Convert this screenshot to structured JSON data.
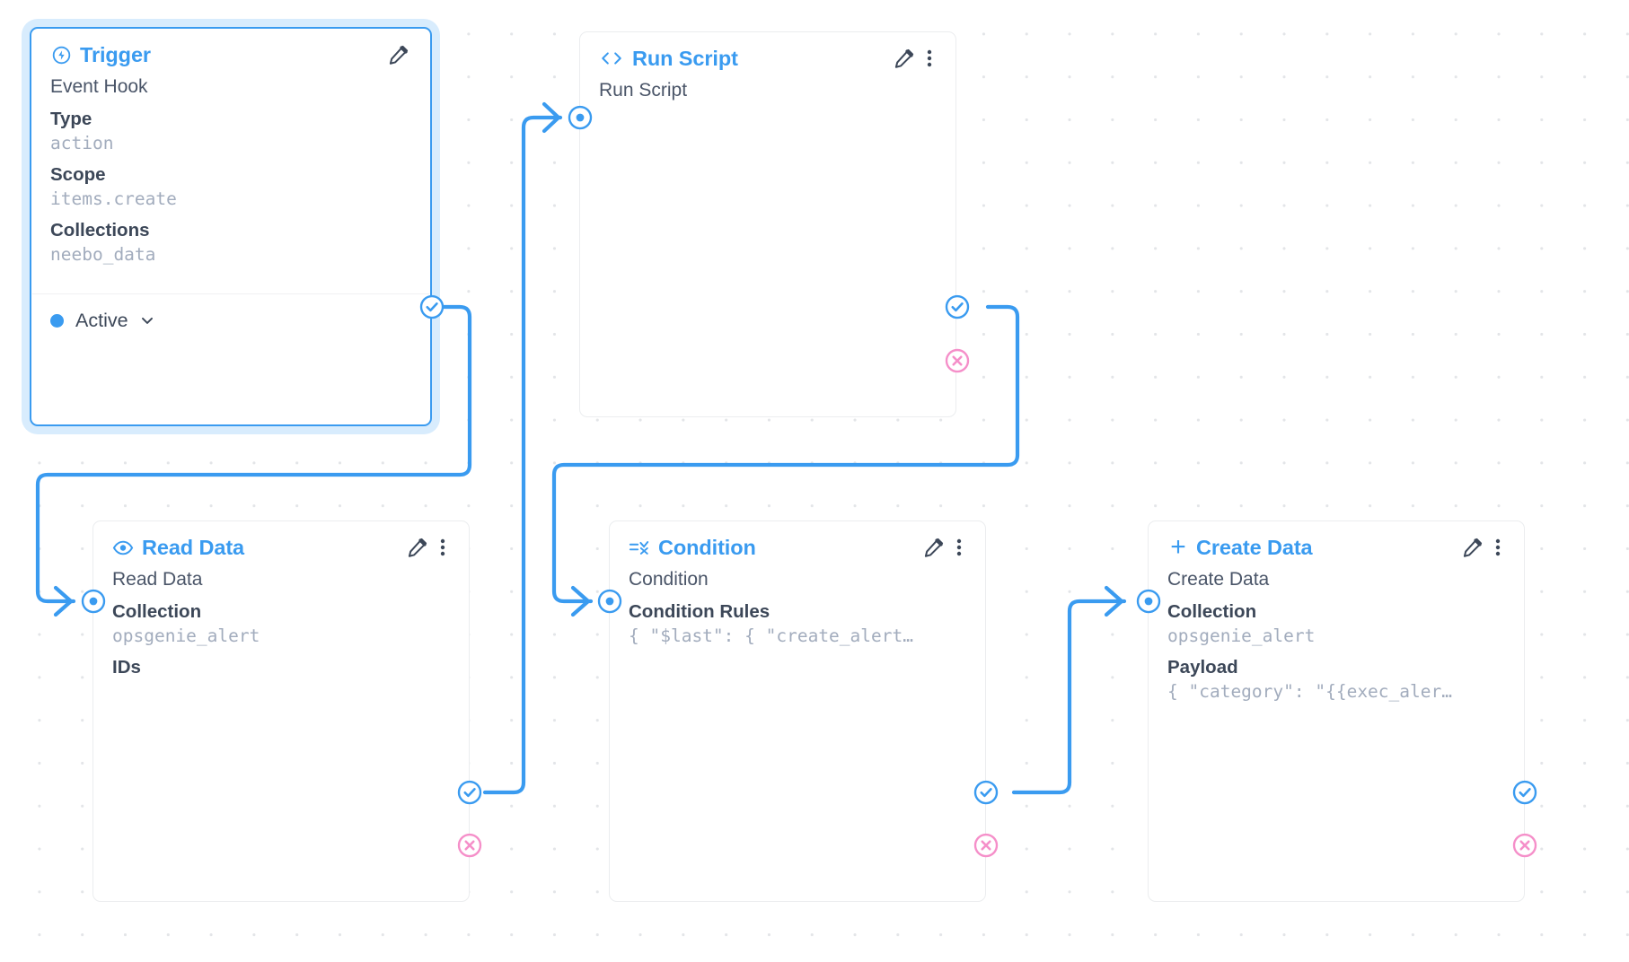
{
  "canvas": {
    "background": "#ffffff",
    "grid_dot_color": "#e3e5e8",
    "accent_color": "#3a9bf0",
    "reject_color": "#f58fc9",
    "muted_text_color": "#a2acbd"
  },
  "nodes": [
    {
      "id": "trigger",
      "title": "Trigger",
      "icon": "bolt-circle-icon",
      "selected": true,
      "row_title": "Event Hook",
      "fields": [
        {
          "label": "Type",
          "value": "action"
        },
        {
          "label": "Scope",
          "value": "items.create"
        },
        {
          "label": "Collections",
          "value": "neebo_data"
        }
      ],
      "status": {
        "label": "Active",
        "dot_color": "#3a9bf0",
        "chevron": "chevron-down-icon"
      },
      "has_pencil": true,
      "has_kebab": false,
      "has_input_port": false,
      "has_success_port": true,
      "has_reject_port": false
    },
    {
      "id": "run-script",
      "title": "Run Script",
      "icon": "code-brackets-icon",
      "selected": false,
      "row_title": "Run Script",
      "fields": [],
      "has_pencil": true,
      "has_kebab": true,
      "has_input_port": true,
      "has_success_port": true,
      "has_reject_port": true
    },
    {
      "id": "read-data",
      "title": "Read Data",
      "icon": "eye-icon",
      "selected": false,
      "row_title": "Read Data",
      "fields": [
        {
          "label": "Collection",
          "value": "opsgenie_alert"
        },
        {
          "label": "IDs",
          "value": ""
        }
      ],
      "has_pencil": true,
      "has_kebab": true,
      "has_input_port": true,
      "has_success_port": true,
      "has_reject_port": true
    },
    {
      "id": "condition",
      "title": "Condition",
      "icon": "condition-equals-icon",
      "selected": false,
      "row_title": "Condition",
      "fields": [
        {
          "label": "Condition Rules",
          "value": "{ \"$last\": { \"create_alert…"
        }
      ],
      "has_pencil": true,
      "has_kebab": true,
      "has_input_port": true,
      "has_success_port": true,
      "has_reject_port": true
    },
    {
      "id": "create-data",
      "title": "Create Data",
      "icon": "plus-icon",
      "selected": false,
      "row_title": "Create Data",
      "fields": [
        {
          "label": "Collection",
          "value": "opsgenie_alert"
        },
        {
          "label": "Payload",
          "value": "{ \"category\": \"{{exec_aler…"
        }
      ],
      "has_pencil": true,
      "has_kebab": true,
      "has_input_port": true,
      "has_success_port": true,
      "has_reject_port": true
    }
  ],
  "connections": [
    {
      "from": "trigger",
      "from_port": "success",
      "to": "read-data",
      "to_port": "input"
    },
    {
      "from": "read-data",
      "from_port": "success",
      "to": "run-script",
      "to_port": "input"
    },
    {
      "from": "run-script",
      "from_port": "success",
      "to": "condition",
      "to_port": "input"
    },
    {
      "from": "condition",
      "from_port": "success",
      "to": "create-data",
      "to_port": "input"
    }
  ]
}
